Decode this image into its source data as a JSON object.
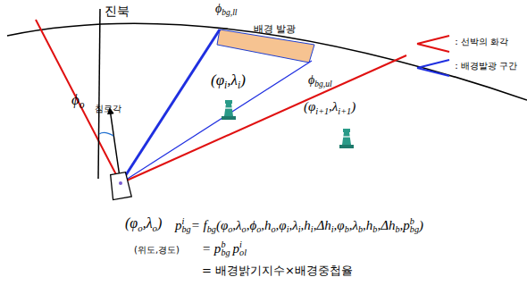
{
  "diagram": {
    "labels": [
      "진북",
      "ϕ",
      "o",
      "침로각",
      "ϕ",
      "bg,ll",
      "배경 발광",
      "ϕ",
      "bg,ul",
      "(φ",
      "i",
      ",λ",
      "i",
      ")",
      "(φ",
      "i+1",
      ",λ",
      "i+1",
      ")",
      "(φ",
      "o",
      ",λ",
      "o",
      ")",
      "(위도,경도)",
      "p",
      "bg",
      "i",
      "= f",
      "bg",
      "(φ",
      "o",
      ",λ",
      "o",
      ",ϕ",
      "o",
      ",h",
      "o",
      ",φ",
      "i",
      ",λ",
      "i",
      ",h",
      "i",
      ",Δh",
      "i",
      ",φ",
      "b",
      ",λ",
      "b",
      ",h",
      "b",
      ",Δh",
      "b",
      ",p",
      "bg",
      "b",
      ")",
      "= p",
      "bg",
      "b",
      "p",
      "ol",
      "i",
      "= 배경밝기지수×배경중첩율"
    ],
    "legend": [
      {
        "text": "：선박의 화각"
      },
      {
        "text": "：배경발광 구간"
      }
    ]
  }
}
